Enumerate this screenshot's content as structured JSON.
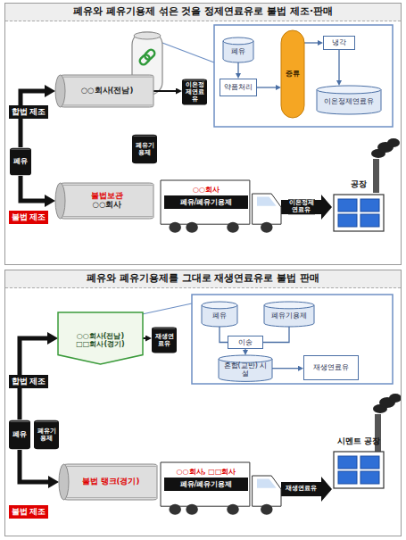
{
  "diagram": {
    "nodes": [
      {
        "text": [
          "폐유와 폐유기용제 섞은 것을 정제연료유로 불법 제조·판매"
        ]
      },
      {
        "text": [
          "합법 제조"
        ],
        "in": 0
      },
      {
        "text": [
          "불법 제조"
        ],
        "in": 0
      },
      {
        "text": [
          "폐유"
        ],
        "in": 0
      },
      {
        "text": [
          "○○회사(전남)"
        ],
        "in": 0
      },
      {
        "text": [
          "이온정제연료유"
        ],
        "in": 0
      },
      {
        "text": [
          "폐유기용제"
        ],
        "in": 0
      },
      {
        "text": [
          "불법보관",
          "○○회사"
        ],
        "in": 0
      },
      {
        "text": [
          "○○회사",
          "폐유/폐유기용제"
        ],
        "in": 0
      },
      {
        "text": [
          "공장"
        ],
        "in": 0
      },
      {
        "text": [
          "폐유"
        ],
        "in": 0
      },
      {
        "text": [
          "약품처리"
        ],
        "in": 0
      },
      {
        "text": [
          "증류"
        ],
        "in": 0
      },
      {
        "text": [
          "냉각"
        ],
        "in": 0
      },
      {
        "text": [
          "이온정제연료유"
        ],
        "in": 0
      },
      {
        "text": [
          "폐유와 폐유기용제를 그대로 재생연료유로 불법 판매"
        ]
      },
      {
        "text": [
          "합법 제조"
        ],
        "in": 15
      },
      {
        "text": [
          "불법 제조"
        ],
        "in": 15
      },
      {
        "text": [
          "폐유"
        ],
        "in": 15
      },
      {
        "text": [
          "폐유기용제"
        ],
        "in": 15
      },
      {
        "text": [
          "○○회사(전남)",
          "□□회사(경기)"
        ],
        "in": 15
      },
      {
        "text": [
          "재생연료유"
        ],
        "in": 15
      },
      {
        "text": [
          "불법 탱크(경기)"
        ],
        "in": 15
      },
      {
        "text": [
          "○○회사, □□회사",
          "폐유/폐유기용제"
        ],
        "in": 15
      },
      {
        "text": [
          "시멘트 공장"
        ],
        "in": 15
      },
      {
        "text": [
          "폐유"
        ],
        "in": 15
      },
      {
        "text": [
          "폐유기용제"
        ],
        "in": 15
      },
      {
        "text": [
          "이송"
        ],
        "in": 15
      },
      {
        "text": [
          "혼합(교반) 시설"
        ],
        "in": 15
      },
      {
        "text": [
          "재생연료유"
        ],
        "in": 15
      }
    ],
    "edges": [
      {
        "from": 3,
        "to": 4,
        "arrow": "to"
      },
      {
        "from": 3,
        "to": 7,
        "arrow": "to"
      },
      {
        "from": 4,
        "to": 5,
        "arrow": "to"
      },
      {
        "from": 8,
        "to": 9,
        "label": "이온정제연료유",
        "arrow": "to"
      },
      {
        "from": 10,
        "to": 11,
        "arrow": "to"
      },
      {
        "from": 11,
        "to": 12,
        "arrow": "to"
      },
      {
        "from": 12,
        "to": 13,
        "arrow": "to"
      },
      {
        "from": 13,
        "to": 14,
        "arrow": "to"
      },
      {
        "from": 18,
        "to": 20,
        "arrow": "to"
      },
      {
        "from": 18,
        "to": 22,
        "arrow": "to"
      },
      {
        "from": 20,
        "to": 21,
        "arrow": "to"
      },
      {
        "from": 23,
        "to": 24,
        "label": "재생연료유",
        "arrow": "to"
      },
      {
        "from": 25,
        "to": 27,
        "arrow": "none"
      },
      {
        "from": 26,
        "to": 27,
        "arrow": "none"
      },
      {
        "from": 27,
        "to": 28,
        "arrow": "to"
      },
      {
        "from": 28,
        "to": 29,
        "arrow": "to"
      }
    ]
  }
}
